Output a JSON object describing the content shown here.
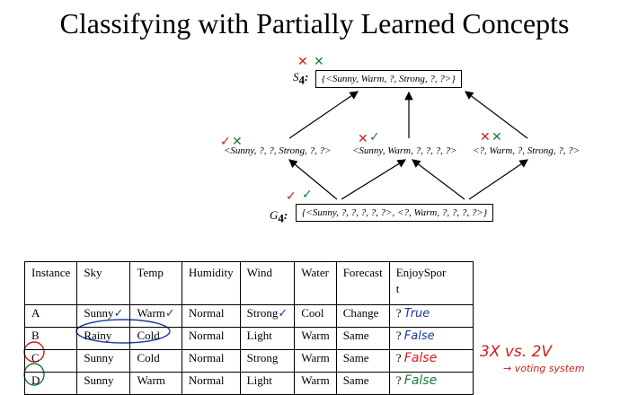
{
  "title": "Classifying with Partially Learned Concepts",
  "s4": {
    "label": "S",
    "sub": "4",
    "set": "{<Sunny, Warm, ?, Strong, ?, ?>}"
  },
  "middle": [
    "<Sunny, ?, ?, Strong, ?, ?>",
    "<Sunny, Warm, ?, ?, ?, ?>",
    "<?, Warm, ?, Strong, ?, ?>"
  ],
  "g4": {
    "label": "G",
    "sub": "4",
    "set": "{<Sunny, ?, ?, ?, ?, ?>, <?, Warm, ?, ?, ?, ?>}"
  },
  "marks": {
    "cross": "✕",
    "check": "✓"
  },
  "table": {
    "header": [
      "Instance",
      "Sky",
      "Temp",
      "Humidity",
      "Wind",
      "Water",
      "Forecast",
      "EnjoySpor\nt"
    ],
    "rows": [
      [
        "A",
        "Sunny",
        "Warm",
        "Normal",
        "Strong",
        "Cool",
        "Change",
        "?"
      ],
      [
        "B",
        "Rainy",
        "Cold",
        "Normal",
        "Light",
        "Warm",
        "Same",
        "?"
      ],
      [
        "C",
        "Sunny",
        "Cold",
        "Normal",
        "Strong",
        "Warm",
        "Same",
        "?"
      ],
      [
        "D",
        "Sunny",
        "Warm",
        "Normal",
        "Light",
        "Warm",
        "Same",
        "?"
      ]
    ],
    "annotations": [
      "True",
      "False",
      "False",
      "False"
    ]
  },
  "side_note": {
    "line1": "3X vs. 2V",
    "line2": "→ voting system"
  },
  "colors": {
    "red": "#d21a1a",
    "green": "#1c7a3a",
    "blue": "#1a3a9a"
  }
}
